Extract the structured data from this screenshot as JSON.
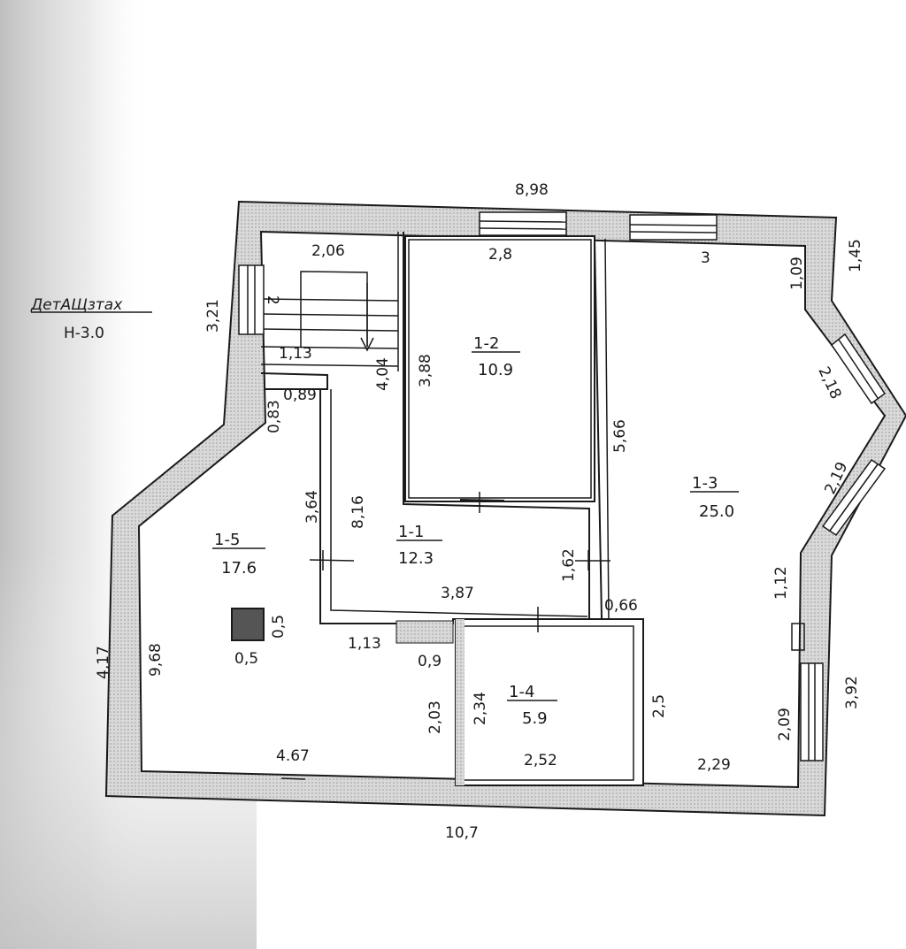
{
  "floor_label": {
    "line1": "ДетАЩзтах",
    "line2": "H-3.0"
  },
  "rooms": [
    {
      "id": "1-1",
      "area": "12.3"
    },
    {
      "id": "1-2",
      "area": "10.9"
    },
    {
      "id": "1-3",
      "area": "25.0"
    },
    {
      "id": "1-4",
      "area": "5.9"
    },
    {
      "id": "1-5",
      "area": "17.6"
    }
  ],
  "dimensions": {
    "top_total": "8,98",
    "bottom_total": "10,7",
    "left_stair_wall": "3,21",
    "right_upper": "1,45",
    "right_lower": "3,92",
    "stair_width": "2,06",
    "stair_step": "1,13",
    "stair_length": "4,04",
    "stair_mark": "2",
    "room2_width": "2,8",
    "room2_height": "3,88",
    "room3_top": "3",
    "room3_right_top": "1,09",
    "bay_upper": "2,18",
    "bay_lower": "2,19",
    "room3_left": "5,66",
    "room3_right_mid": "1,12",
    "room3_right_bottom": "2,09",
    "room3_bottom": "2,29",
    "corridor_left_top": "0,83",
    "corridor_top": "0,89",
    "corridor_left": "3,64",
    "corridor_length": "8,16",
    "corridor_right": "1,62",
    "corridor_bottom": "3,87",
    "door_offset": "0,66",
    "room5_step": "1,13",
    "room5_wall_inner": "9,68",
    "room5_wall_outer": "4,17",
    "room5_notch": "0,9",
    "room5_right": "2,03",
    "room5_bottom": "4.67",
    "column_w": "0,5",
    "column_h": "0,5",
    "room4_left": "2,34",
    "room4_right": "2,5",
    "room4_bottom": "2,52"
  },
  "colors": {
    "ink": "#1a1a1a",
    "wall_hatch": "#cfcfcf",
    "column_fill": "#555555",
    "scan_shadow": "#bdbdbd"
  }
}
